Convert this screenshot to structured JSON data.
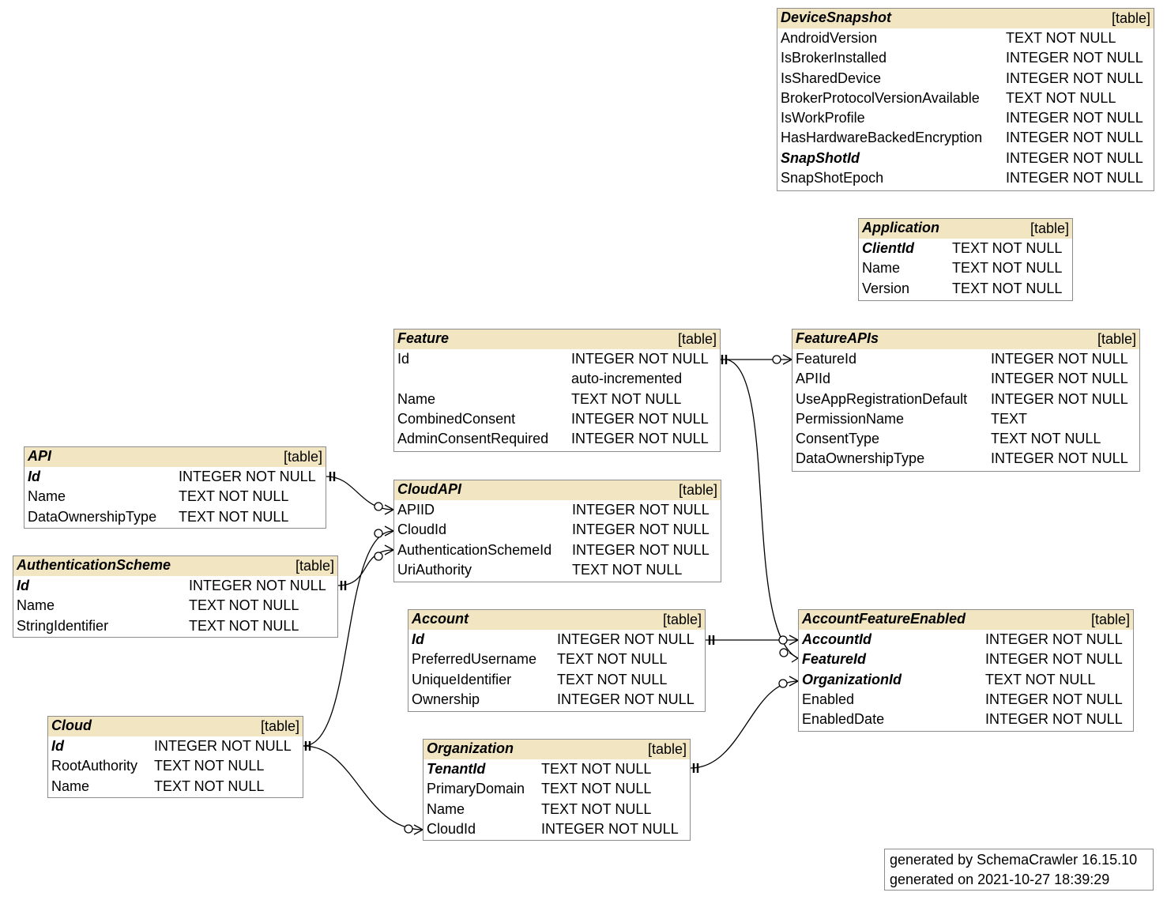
{
  "tables": {
    "device_snapshot": {
      "name": "DeviceSnapshot",
      "type": "[table]",
      "columns": [
        {
          "name": "AndroidVersion",
          "type": "TEXT NOT NULL"
        },
        {
          "name": "IsBrokerInstalled",
          "type": "INTEGER NOT NULL"
        },
        {
          "name": "IsSharedDevice",
          "type": "INTEGER NOT NULL"
        },
        {
          "name": "BrokerProtocolVersionAvailable",
          "type": "TEXT NOT NULL"
        },
        {
          "name": "IsWorkProfile",
          "type": "INTEGER NOT NULL"
        },
        {
          "name": "HasHardwareBackedEncryption",
          "type": "INTEGER NOT NULL"
        },
        {
          "name": "SnapShotId",
          "type": ""
        },
        {
          "name": "SnapShotEpoch",
          "type": "INTEGER NOT NULL"
        }
      ],
      "extra_type": "INTEGER NOT NULL"
    },
    "application": {
      "name": "Application",
      "type": "[table]",
      "columns": [
        {
          "name": "ClientId",
          "type": "TEXT NOT NULL"
        },
        {
          "name": "Name",
          "type": "TEXT NOT NULL"
        },
        {
          "name": "Version",
          "type": "TEXT NOT NULL"
        }
      ]
    },
    "feature": {
      "name": "Feature",
      "type": "[table]",
      "columns": [
        {
          "name": "Id",
          "type": "INTEGER NOT NULL"
        },
        {
          "name": "",
          "type": "auto-incremented"
        },
        {
          "name": "Name",
          "type": "TEXT NOT NULL"
        },
        {
          "name": "CombinedConsent",
          "type": "INTEGER NOT NULL"
        },
        {
          "name": "AdminConsentRequired",
          "type": "INTEGER NOT NULL"
        }
      ]
    },
    "feature_apis": {
      "name": "FeatureAPIs",
      "type": "[table]",
      "columns": [
        {
          "name": "FeatureId",
          "type": "INTEGER NOT NULL"
        },
        {
          "name": "APIId",
          "type": "INTEGER NOT NULL"
        },
        {
          "name": "UseAppRegistrationDefault",
          "type": "INTEGER NOT NULL"
        },
        {
          "name": "PermissionName",
          "type": "TEXT"
        },
        {
          "name": "ConsentType",
          "type": "TEXT NOT NULL"
        },
        {
          "name": "DataOwnershipType",
          "type": "INTEGER NOT NULL"
        }
      ]
    },
    "api": {
      "name": "API",
      "type": "[table]",
      "columns": [
        {
          "name": "Id",
          "type": "INTEGER NOT NULL"
        },
        {
          "name": "Name",
          "type": "TEXT NOT NULL"
        },
        {
          "name": "DataOwnershipType",
          "type": "TEXT NOT NULL"
        }
      ]
    },
    "cloud_api": {
      "name": "CloudAPI",
      "type": "[table]",
      "columns": [
        {
          "name": "APIID",
          "type": "INTEGER NOT NULL"
        },
        {
          "name": "CloudId",
          "type": "INTEGER NOT NULL"
        },
        {
          "name": "AuthenticationSchemeId",
          "type": "INTEGER NOT NULL"
        },
        {
          "name": "UriAuthority",
          "type": "TEXT NOT NULL"
        }
      ]
    },
    "authentication_scheme": {
      "name": "AuthenticationScheme",
      "type": "[table]",
      "columns": [
        {
          "name": "Id",
          "type": "INTEGER NOT NULL"
        },
        {
          "name": "Name",
          "type": "TEXT NOT NULL"
        },
        {
          "name": "StringIdentifier",
          "type": "TEXT NOT NULL"
        }
      ]
    },
    "account": {
      "name": "Account",
      "type": "[table]",
      "columns": [
        {
          "name": "Id",
          "type": "INTEGER NOT NULL"
        },
        {
          "name": "PreferredUsername",
          "type": "TEXT NOT NULL"
        },
        {
          "name": "UniqueIdentifier",
          "type": "TEXT NOT NULL"
        },
        {
          "name": "Ownership",
          "type": "INTEGER NOT NULL"
        }
      ]
    },
    "account_feature_enabled": {
      "name": "AccountFeatureEnabled",
      "type": "[table]",
      "columns": [
        {
          "name": "AccountId",
          "type": "INTEGER NOT NULL"
        },
        {
          "name": "FeatureId",
          "type": "INTEGER NOT NULL"
        },
        {
          "name": "OrganizationId",
          "type": "TEXT NOT NULL"
        },
        {
          "name": "Enabled",
          "type": "INTEGER NOT NULL"
        },
        {
          "name": "EnabledDate",
          "type": "INTEGER NOT NULL"
        }
      ]
    },
    "cloud": {
      "name": "Cloud",
      "type": "[table]",
      "columns": [
        {
          "name": "Id",
          "type": "INTEGER NOT NULL"
        },
        {
          "name": "RootAuthority",
          "type": "TEXT NOT NULL"
        },
        {
          "name": "Name",
          "type": "TEXT NOT NULL"
        }
      ]
    },
    "organization": {
      "name": "Organization",
      "type": "[table]",
      "columns": [
        {
          "name": "TenantId",
          "type": "TEXT NOT NULL"
        },
        {
          "name": "PrimaryDomain",
          "type": "TEXT NOT NULL"
        },
        {
          "name": "Name",
          "type": "TEXT NOT NULL"
        },
        {
          "name": "CloudId",
          "type": "INTEGER NOT NULL"
        }
      ]
    }
  },
  "footer": {
    "generated_by": "generated by SchemaCrawler 16.15.10",
    "generated_on": "generated on 2021-10-27 18:39:29"
  },
  "colors": {
    "header": "#f2e6c2",
    "border": "#8c8c8c",
    "line": "#000000"
  }
}
